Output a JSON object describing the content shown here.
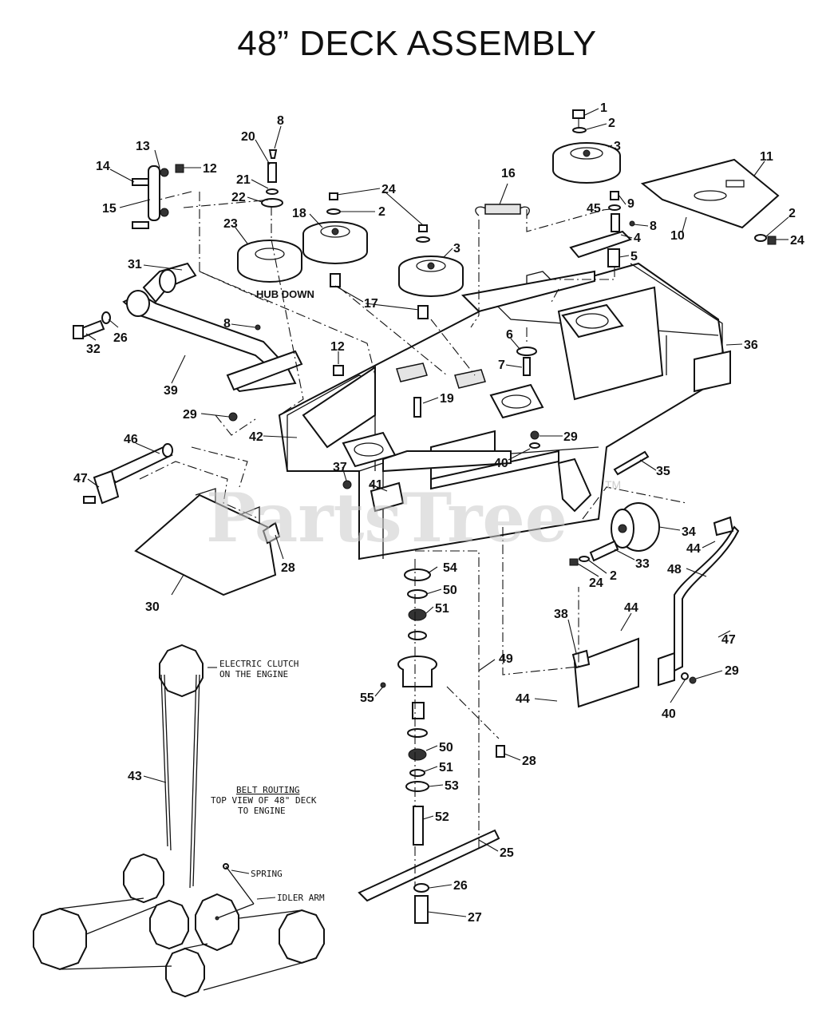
{
  "title": "48” DECK ASSEMBLY",
  "watermark": {
    "text": "PartsTree",
    "tm": "TM"
  },
  "notes": {
    "hub_down": "HUB DOWN",
    "electric_clutch_1": "ELECTRIC CLUTCH",
    "electric_clutch_2": "ON THE ENGINE",
    "belt_routing_1": "BELT ROUTING",
    "belt_routing_2": "TOP VIEW OF 48\" DECK",
    "belt_routing_3": "TO ENGINE",
    "spring": "SPRING",
    "idler_arm": "IDLER ARM"
  },
  "callouts": [
    "1",
    "2",
    "3",
    "8",
    "20",
    "13",
    "14",
    "12",
    "15",
    "21",
    "22",
    "24",
    "2",
    "16",
    "9",
    "45",
    "8",
    "11",
    "2",
    "24",
    "10",
    "4",
    "5",
    "18",
    "23",
    "3",
    "31",
    "17",
    "8",
    "32",
    "26",
    "39",
    "12",
    "6",
    "7",
    "36",
    "19",
    "29",
    "46",
    "42",
    "29",
    "40",
    "37",
    "35",
    "47",
    "41",
    "34",
    "44",
    "33",
    "48",
    "28",
    "24",
    "2",
    "30",
    "54",
    "50",
    "51",
    "44",
    "38",
    "47",
    "49",
    "29",
    "40",
    "55",
    "44",
    "28",
    "43",
    "50",
    "51",
    "53",
    "52",
    "25",
    "26",
    "27"
  ],
  "colors": {
    "ink": "#111111",
    "paper": "#ffffff",
    "watermark": "#cccccc"
  }
}
